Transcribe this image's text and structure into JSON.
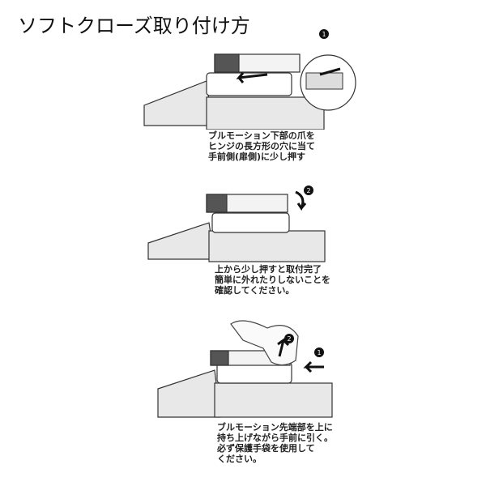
{
  "title": "ソフトクローズ取り付け方",
  "steps": [
    {
      "marker": "1",
      "caption": [
        "ブルモーション下部の爪を",
        "ヒンジの長方形の穴に当て",
        "手前側(扉側)に少し押す"
      ]
    },
    {
      "marker": "2",
      "caption": [
        "上から少し押すと取付完了",
        "簡単に外れたりしないことを",
        "確認してください。"
      ]
    },
    {
      "markers": [
        "1",
        "2"
      ],
      "caption": [
        "ブルモーション先端部を上に",
        "持ち上げながら手前に引く。",
        "必ず保護手袋を使用して",
        "ください。"
      ]
    }
  ]
}
